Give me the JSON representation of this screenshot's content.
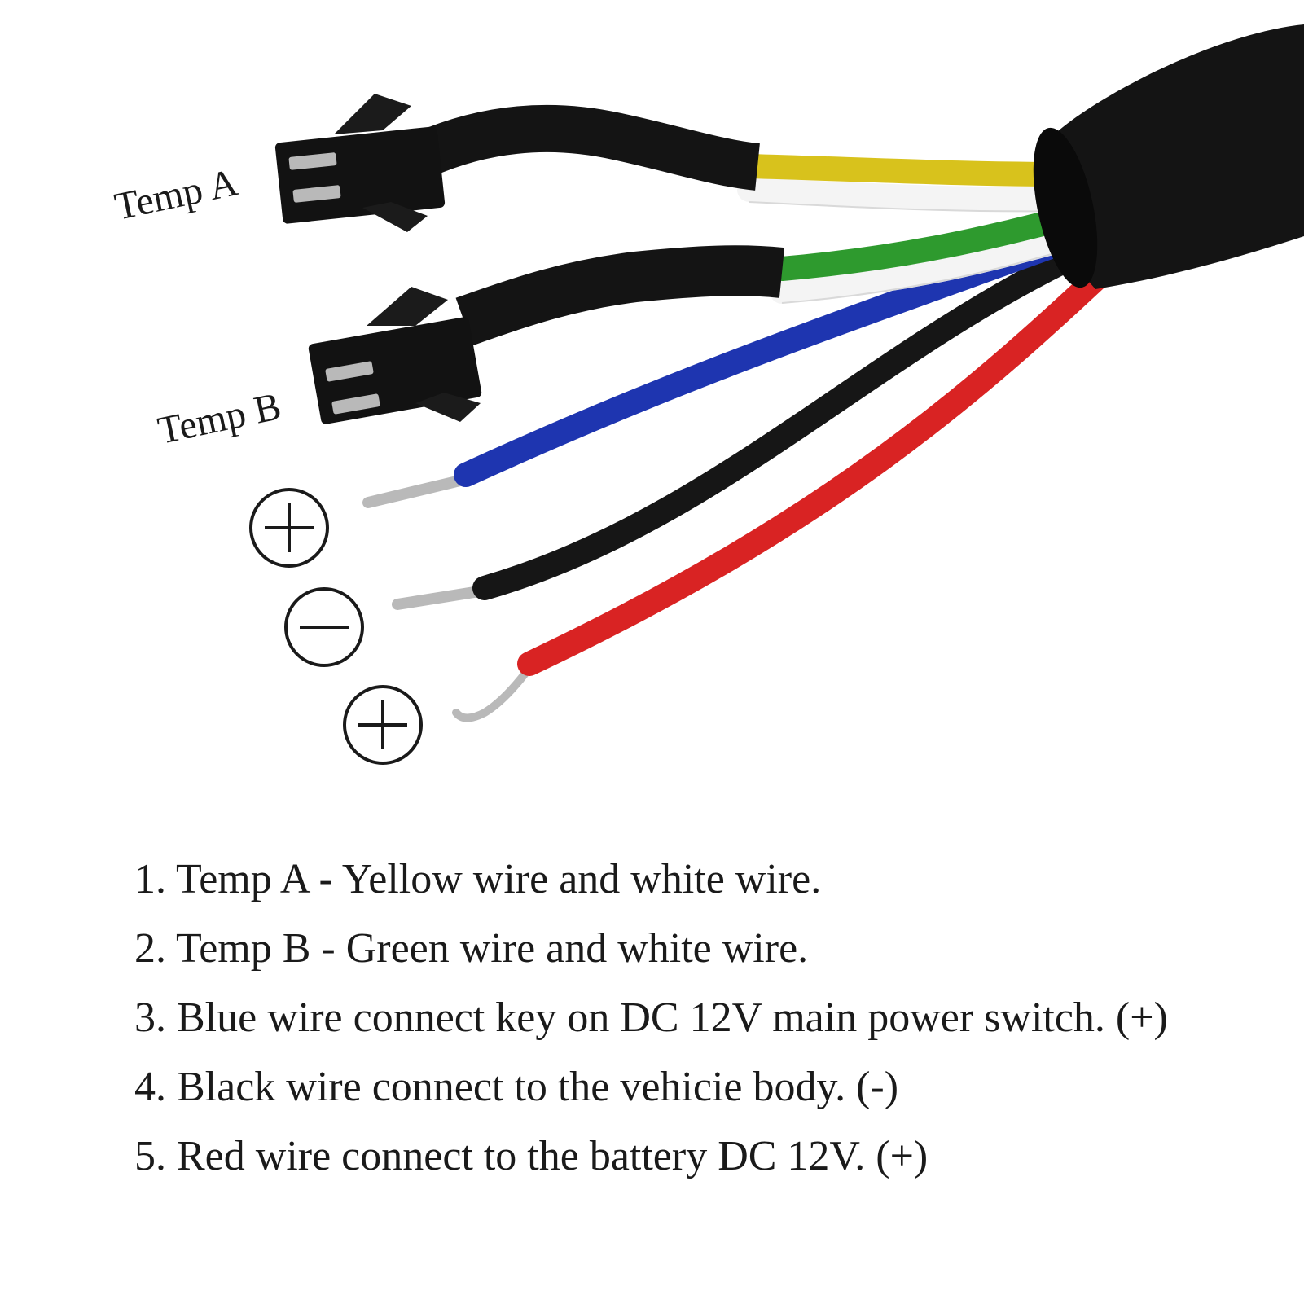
{
  "labels": {
    "temp_a": "Temp A",
    "temp_b": "Temp B"
  },
  "polarity": {
    "blue": "+",
    "black": "−",
    "red": "+"
  },
  "legend": [
    "1. Temp A - Yellow wire and white wire.",
    "2. Temp B - Green wire and white wire.",
    "3. Blue wire connect key on DC 12V main power switch. (+)",
    "4. Black wire connect to the vehicie body. (-)",
    "5. Red wire connect to the battery DC 12V. (+)"
  ],
  "colors": {
    "yellow": "#d8c21c",
    "white": "#f4f4f4",
    "green": "#2e9a2e",
    "blue": "#1e35b0",
    "black": "#161616",
    "red": "#d92323",
    "sheath": "#141414",
    "metal": "#b9b9b9"
  }
}
